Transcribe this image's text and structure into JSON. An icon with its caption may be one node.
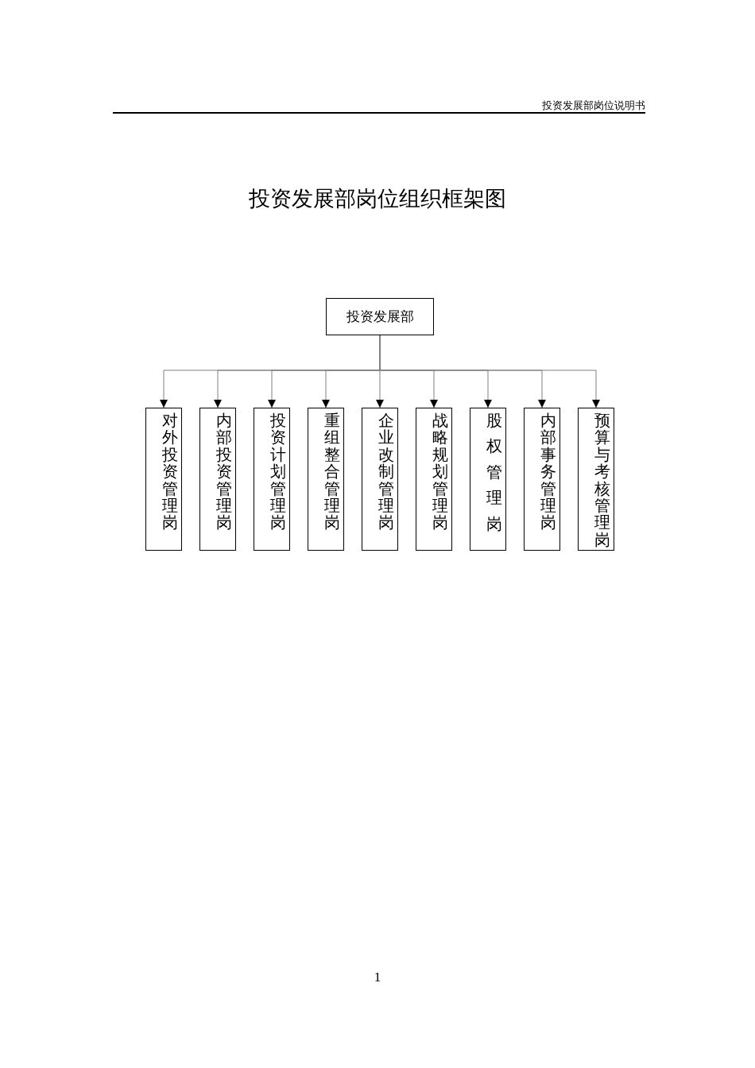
{
  "diagram": {
    "title": "投资发展部岗位组织框架图",
    "nodes": [
      {
        "text": [
          "投资发展部"
        ]
      },
      {
        "text": [
          "对外投资管理岗"
        ]
      },
      {
        "text": [
          "内部投资管理岗"
        ]
      },
      {
        "text": [
          "投资计划管理岗"
        ]
      },
      {
        "text": [
          "重组整合管理岗"
        ]
      },
      {
        "text": [
          "企业改制管理岗"
        ]
      },
      {
        "text": [
          "战略规划管理岗"
        ]
      },
      {
        "text": [
          "股权管理岗"
        ]
      },
      {
        "text": [
          "内部事务管理岗"
        ]
      },
      {
        "text": [
          "预算与考核管理岗"
        ]
      }
    ],
    "edges": [
      {
        "from": 0,
        "to": 1,
        "arrow": "to"
      },
      {
        "from": 0,
        "to": 2,
        "arrow": "to"
      },
      {
        "from": 0,
        "to": 3,
        "arrow": "to"
      },
      {
        "from": 0,
        "to": 4,
        "arrow": "to"
      },
      {
        "from": 0,
        "to": 5,
        "arrow": "to"
      },
      {
        "from": 0,
        "to": 6,
        "arrow": "to"
      },
      {
        "from": 0,
        "to": 7,
        "arrow": "to"
      },
      {
        "from": 0,
        "to": 8,
        "arrow": "to"
      },
      {
        "from": 0,
        "to": 9,
        "arrow": "to"
      }
    ],
    "labels": [
      "投资发展部岗位说明书",
      "1"
    ]
  }
}
